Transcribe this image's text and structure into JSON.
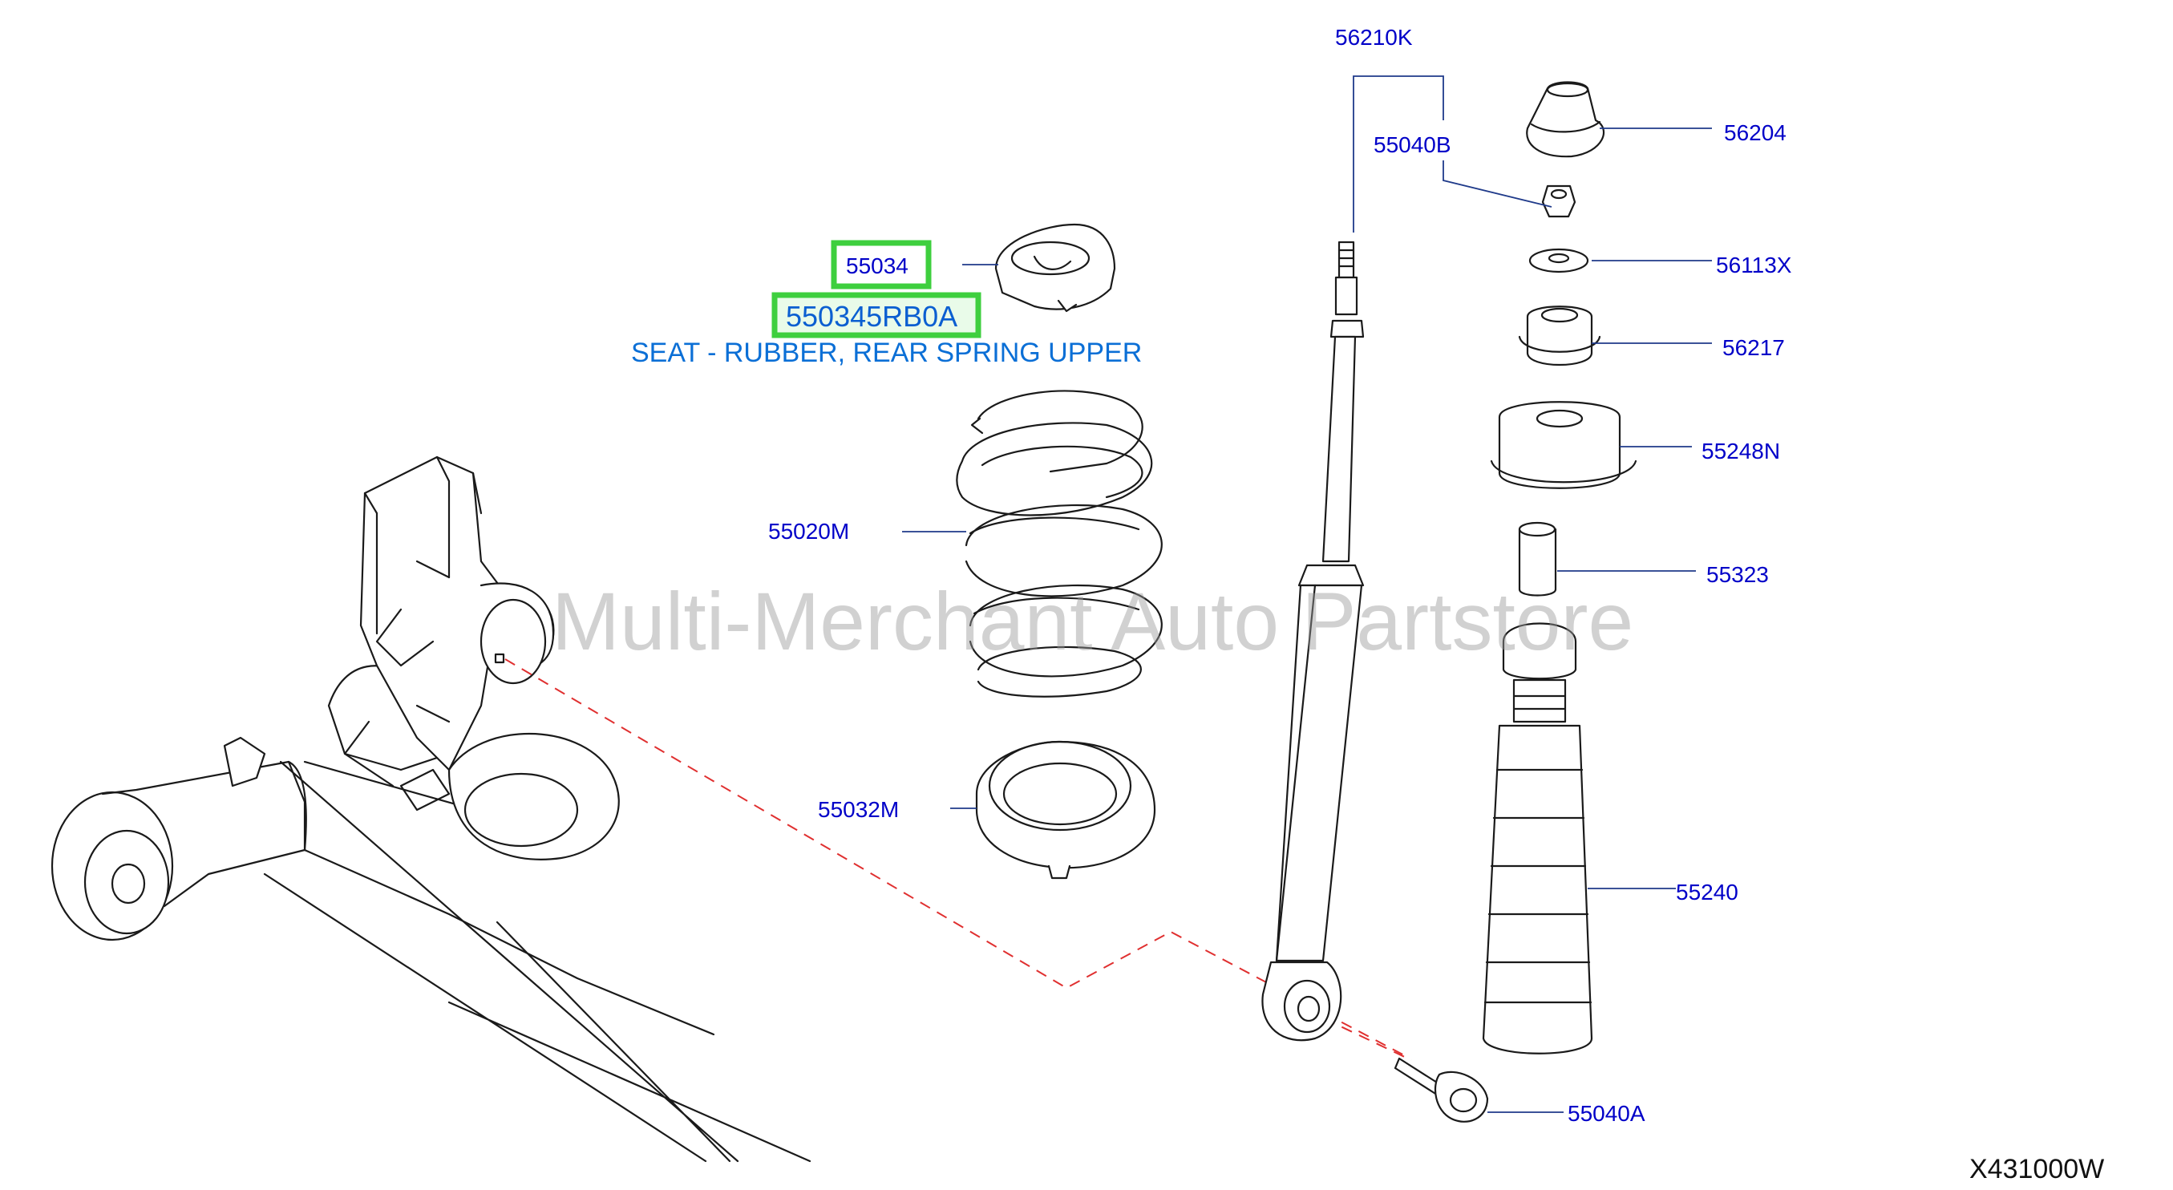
{
  "callouts": {
    "c56210K": "56210K",
    "c55040B": "55040B",
    "c56204": "56204",
    "c55034": "55034",
    "c56113X": "56113X",
    "c56217": "56217",
    "c55248N": "55248N",
    "c55020M": "55020M",
    "c55323": "55323",
    "c55032M": "55032M",
    "c55240": "55240",
    "c55040A": "55040A"
  },
  "highlight": {
    "part_number": "550345RB0A",
    "description": "SEAT - RUBBER, REAR SPRING UPPER"
  },
  "watermark": "Multi-Merchant Auto Partstore",
  "figure_code": "X431000W",
  "colors": {
    "callout_text": "#0000c8",
    "highlight_border": "#3ecf3e",
    "highlight_text": "#0b5fd1",
    "dashed_line": "#e03030"
  }
}
